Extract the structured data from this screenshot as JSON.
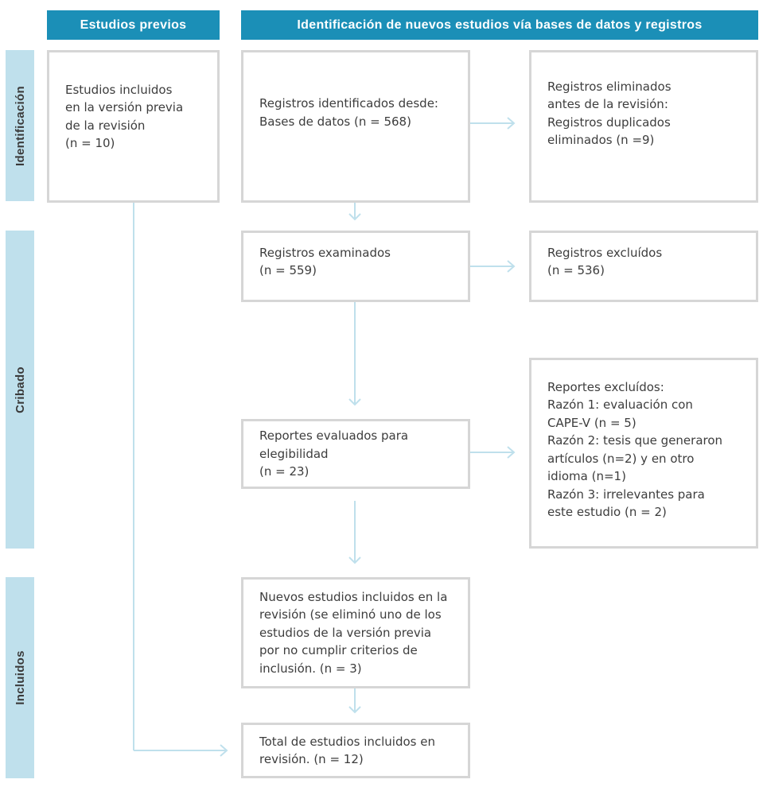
{
  "headers": {
    "previous": "Estudios previos",
    "new": "Identificación de nuevos estudios vía bases de datos y registros"
  },
  "phases": {
    "identification": "Identificación",
    "screening": "Cribado",
    "included": "Incluidos"
  },
  "boxes": {
    "previous_included": [
      "Estudios incluidos",
      "en la versión previa",
      "de la revisión",
      "(n = 10)"
    ],
    "records_identified": [
      "Registros identificados desde:",
      "Bases de datos (n = 568)"
    ],
    "records_removed": [
      "Registros eliminados",
      "antes de la revisión:",
      "Registros duplicados",
      "eliminados (n =9)"
    ],
    "records_screened": [
      "Registros examinados",
      "(n = 559)"
    ],
    "records_excluded": [
      "Registros excluídos",
      "(n = 536)"
    ],
    "reports_assessed": [
      "Reportes evaluados para",
      "elegibilidad",
      "(n = 23)"
    ],
    "reports_excluded": [
      "Reportes excluídos:",
      "Razón 1: evaluación con",
      "CAPE-V (n = 5)",
      "Razón 2: tesis que generaron",
      "artículos (n=2) y en otro",
      "idioma (n=1)",
      "Razón 3: irrelevantes para",
      "este estudio (n = 2)"
    ],
    "new_included": [
      "Nuevos estudios incluidos en la",
      "revisión (se eliminó uno de los",
      "estudios de la versión previa",
      "por no cumplir criterios de",
      "inclusión. (n = 3)"
    ],
    "total_included": [
      "Total de estudios incluidos en",
      "revisión. (n = 12)"
    ]
  },
  "colors": {
    "header_bg": "#1b8fb7",
    "phase_bg": "#bfe0ec",
    "box_border": "#d6d6d6",
    "arrow": "#bfe0ec"
  }
}
